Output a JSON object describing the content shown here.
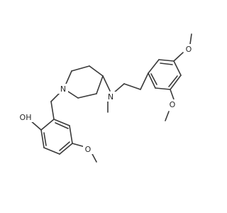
{
  "molecule": {
    "atom_labels": {
      "oh": "OH",
      "n_ring": "N",
      "n_amine": "N",
      "o_phenol_methoxy": "O",
      "o_dimethoxy_top": "O",
      "o_dimethoxy_bottom": "O"
    }
  }
}
